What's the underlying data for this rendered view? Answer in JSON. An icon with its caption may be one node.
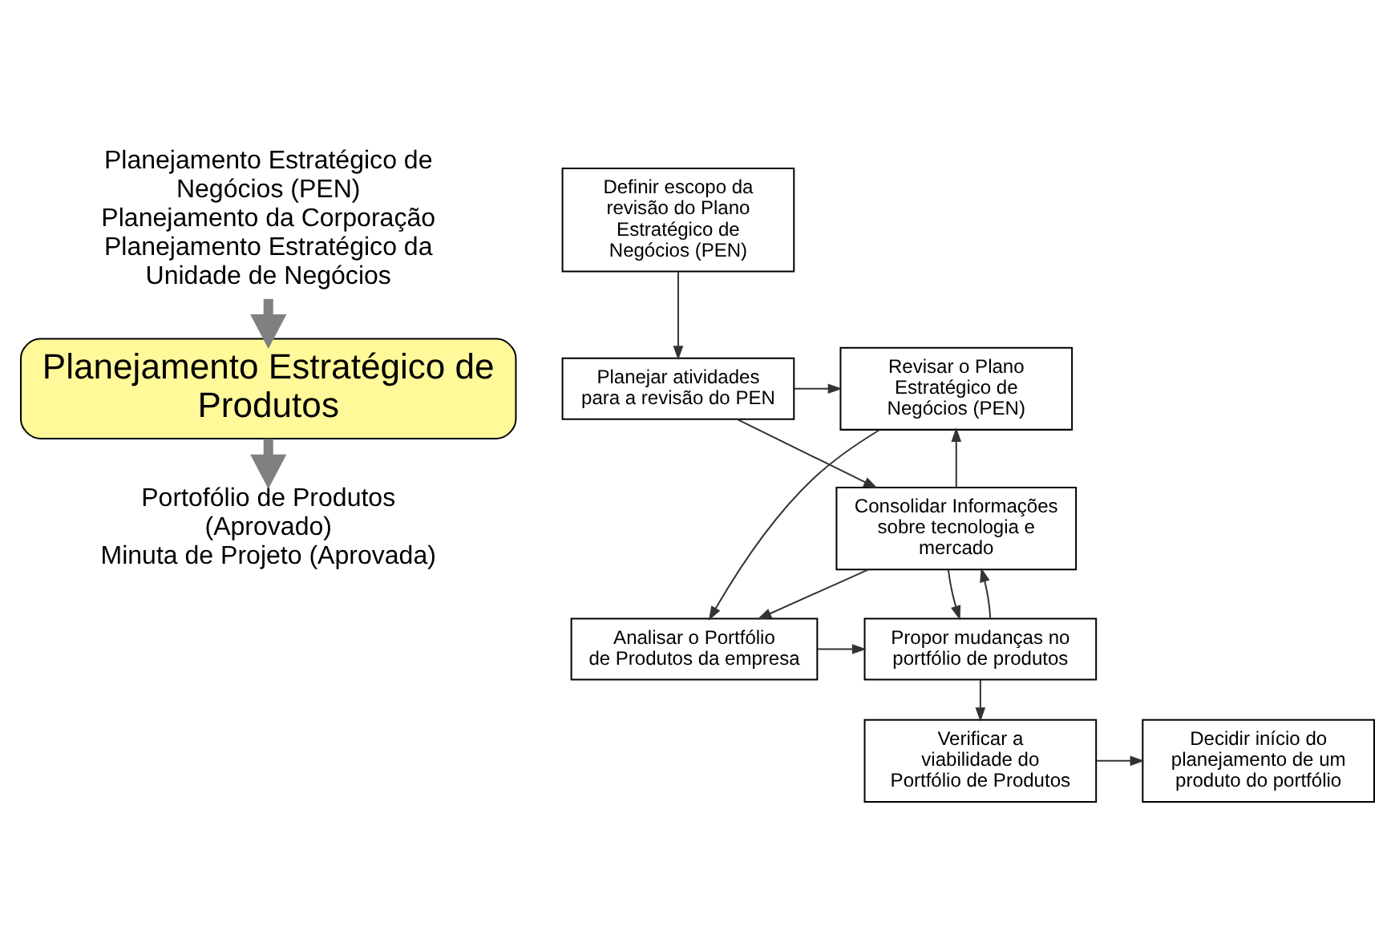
{
  "diagram": {
    "nodes": [
      {
        "text": [
          "Planejamento Estratégico de Negócios (PEN)",
          "Planejamento da Corporação",
          "Planejamento Estratégico da Unidade de Negócios"
        ]
      },
      {
        "text": [
          "Planejamento Estratégico de Produtos"
        ]
      },
      {
        "text": [
          "Portofólio de Produtos (Aprovado)",
          "Minuta de Projeto (Aprovada)"
        ]
      },
      {
        "text": [
          "Definir escopo da revisão do Plano Estratégico de Negócios (PEN)"
        ]
      },
      {
        "text": [
          "Planejar atividades para a revisão do PEN"
        ]
      },
      {
        "text": [
          "Revisar o Plano Estratégico de Negócios (PEN)"
        ]
      },
      {
        "text": [
          "Consolidar Informações sobre tecnologia e mercado"
        ]
      },
      {
        "text": [
          "Analisar o Portfólio de Produtos da empresa"
        ]
      },
      {
        "text": [
          "Propor mudanças no portfólio de produtos"
        ]
      },
      {
        "text": [
          "Verificar a viabilidade do Portfólio de Produtos"
        ]
      },
      {
        "text": [
          "Decidir início do planejamento de um produto do portfólio"
        ]
      }
    ],
    "edges": [
      {
        "from": 0,
        "to": 1,
        "arrow": "to",
        "style": "thick",
        "color": "#808080"
      },
      {
        "from": 1,
        "to": 2,
        "arrow": "to",
        "style": "thick",
        "color": "#808080"
      },
      {
        "from": 3,
        "to": 4,
        "arrow": "to"
      },
      {
        "from": 4,
        "to": 5,
        "arrow": "to"
      },
      {
        "from": 4,
        "to": 6,
        "arrow": "to"
      },
      {
        "from": 6,
        "to": 5,
        "arrow": "to"
      },
      {
        "from": 5,
        "to": 7,
        "arrow": "to"
      },
      {
        "from": 6,
        "to": 7,
        "arrow": "to"
      },
      {
        "from": 7,
        "to": 8,
        "arrow": "to"
      },
      {
        "from": 6,
        "to": 8,
        "arrow": "to"
      },
      {
        "from": 8,
        "to": 6,
        "arrow": "to"
      },
      {
        "from": 8,
        "to": 9,
        "arrow": "to"
      },
      {
        "from": 9,
        "to": 10,
        "arrow": "to"
      }
    ]
  }
}
